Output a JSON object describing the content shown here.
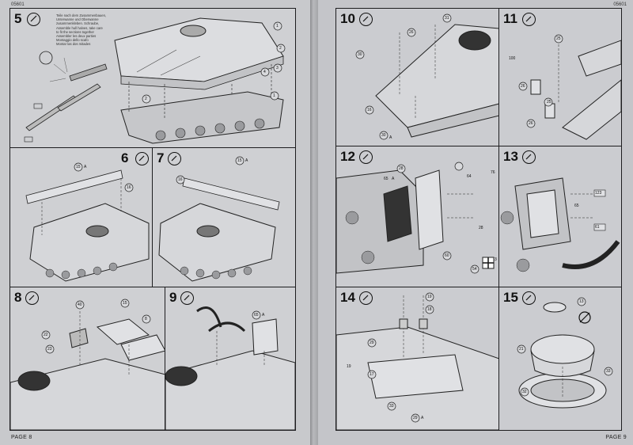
{
  "left_page": {
    "corner_code": "05601",
    "page_label": "PAGE 8",
    "steps": [
      {
        "number": "5",
        "icon": "glue-tube-icon",
        "notes": [
          "Teile nach dem Zusammenbauen,",
          "Unterwanne und Oberwanne",
          "zusammenkleben. Schraube,",
          "Assemble hull halves, take care",
          "to fit the sections together",
          "Assembler les deux parties",
          "Montaggio dello scafo",
          "Montar las dos mitades"
        ],
        "parts": [
          "1",
          "2",
          "3",
          "4",
          "1",
          "2"
        ]
      },
      {
        "number": "6",
        "icon": "glue-tube-icon",
        "parts": [
          "15",
          "16",
          "A"
        ]
      },
      {
        "number": "7",
        "icon": "glue-tube-icon",
        "parts": [
          "15",
          "16",
          "A"
        ]
      },
      {
        "number": "8",
        "icon": "glue-tube-icon",
        "parts": [
          "40",
          "15",
          "8",
          "22",
          "23"
        ]
      },
      {
        "number": "9",
        "icon": "glue-tube-icon",
        "parts": [
          "65",
          "A"
        ]
      }
    ]
  },
  "right_page": {
    "corner_code": "05601",
    "page_label": "PAGE 9",
    "steps": [
      {
        "number": "10",
        "icon": "glue-tube-icon",
        "parts": [
          "26",
          "31",
          "30",
          "16",
          "30",
          "A"
        ]
      },
      {
        "number": "11",
        "icon": "glue-tube-icon",
        "parts": [
          "25",
          "26",
          "25",
          "100",
          "26"
        ]
      },
      {
        "number": "12",
        "icon": "glue-tube-icon",
        "parts": [
          "28",
          "65",
          "A",
          "64",
          "76",
          "28",
          "60",
          "54",
          "3"
        ]
      },
      {
        "number": "13",
        "icon": "glue-tube-icon",
        "parts": [
          "123",
          "61",
          "65"
        ]
      },
      {
        "number": "14",
        "icon": "glue-tube-icon",
        "parts": [
          "19",
          "18",
          "29",
          "17",
          "19",
          "33",
          "29",
          "A"
        ]
      },
      {
        "number": "15",
        "icon": "glue-tube-icon",
        "parts": [
          "13",
          "21",
          "33",
          "32"
        ]
      }
    ]
  }
}
